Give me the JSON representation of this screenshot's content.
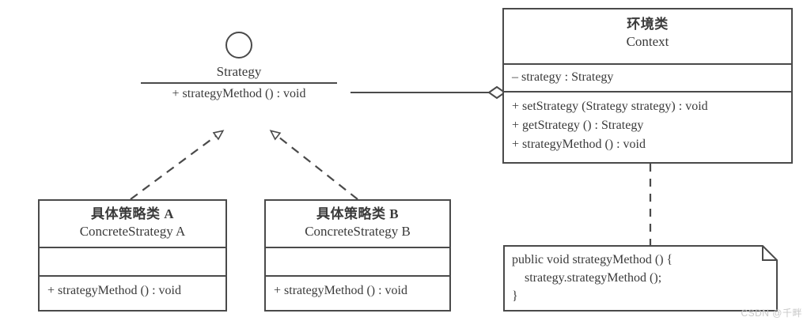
{
  "diagram": {
    "title": "Strategy Pattern UML Class Diagram",
    "stroke_color": "#4a4a4a",
    "background_color": "#ffffff",
    "watermark": "CSDN @千畔"
  },
  "interface": {
    "icon": "interface-lollipop-circle",
    "name": "Strategy",
    "method": "+ strategyMethod () : void"
  },
  "context": {
    "title_cn": "环境类",
    "title_en": "Context",
    "attributes": [
      "– strategy : Strategy"
    ],
    "methods": [
      "+ setStrategy (Strategy strategy) : void",
      "+ getStrategy () : Strategy",
      "+ strategyMethod () : void"
    ]
  },
  "concrete_a": {
    "title_cn": "具体策略类 A",
    "title_en": "ConcreteStrategy  A",
    "attributes": [
      ""
    ],
    "methods": [
      "+ strategyMethod () : void"
    ]
  },
  "concrete_b": {
    "title_cn": "具体策略类 B",
    "title_en": "ConcreteStrategy  B",
    "attributes": [
      ""
    ],
    "methods": [
      "+ strategyMethod () : void"
    ]
  },
  "note": {
    "code": "public void strategyMethod () {\n    strategy.strategyMethod ();\n}"
  },
  "relations": {
    "aggregation": "Context aggregates Strategy",
    "realization_a": "ConcreteStrategy A realizes Strategy",
    "realization_b": "ConcreteStrategy B realizes Strategy",
    "note_anchor": "Note attached to Context"
  }
}
